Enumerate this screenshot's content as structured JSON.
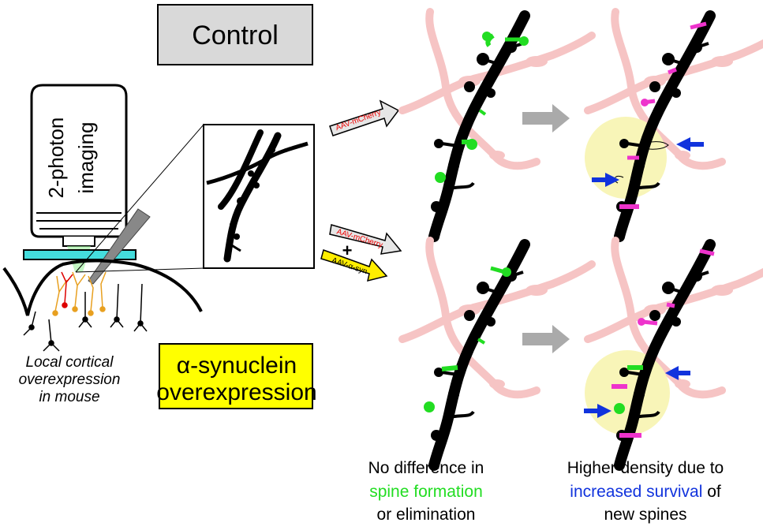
{
  "labels": {
    "control": "Control",
    "objective_line1": "2-photon",
    "objective_line2": "imaging",
    "aav_mcherry_top": "AAV-mCherry",
    "aav_mcherry_bottom": "AAV-mCherry",
    "plus": "+",
    "aav_asyn": "AAV-α-syn",
    "synuclein_line1": "α-synuclein",
    "synuclein_line2": "overexpression",
    "local_line1": "Local cortical",
    "local_line2": "overexpression",
    "local_line3": "in mouse",
    "left_caption_line1": "No difference in",
    "left_caption_line2_green": "spine formation",
    "left_caption_line3": "or elimination",
    "right_caption_line1": "Higher density due to",
    "right_caption_line2_blue": "increased survival",
    "right_caption_line2_rest": " of",
    "right_caption_line3": "new spines"
  },
  "colors": {
    "spine_new": "#22dd22",
    "spine_survived": "#ee33cc",
    "arrow_blue": "#1133dd",
    "highlight": "#f8f5b8",
    "control_box": "#d9d9d9",
    "synuclein_box": "#ffff00",
    "axon_pink": "#f6c4c4",
    "coverslip": "#44dddd",
    "text_red": "#ee0000"
  }
}
